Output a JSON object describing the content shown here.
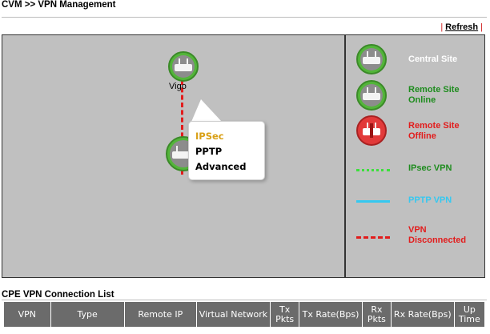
{
  "header": {
    "title": "CVM >> VPN Management",
    "refresh_label": "Refresh"
  },
  "map": {
    "central_device_name": "Vigo",
    "context_menu": {
      "items": [
        "IPSec",
        "PPTP",
        "Advanced"
      ]
    }
  },
  "legend": {
    "items": [
      {
        "label": "Central Site",
        "color": "#ffffff"
      },
      {
        "label": "Remote Site Online",
        "color": "#1e8c1e"
      },
      {
        "label": "Remote Site Offline",
        "color": "#e21c1c"
      },
      {
        "label": "IPsec VPN",
        "color": "#1e8c1e"
      },
      {
        "label": "PPTP VPN",
        "color": "#35c8f0"
      },
      {
        "label": "VPN Disconnected",
        "color": "#e21c1c"
      }
    ]
  },
  "cpe_list": {
    "title": "CPE VPN Connection List",
    "columns": [
      "VPN",
      "Type",
      "Remote IP",
      "Virtual Network",
      "Tx Pkts",
      "Tx Rate(Bps)",
      "Rx Pkts",
      "Rx Rate(Bps)",
      "Up Time"
    ]
  }
}
